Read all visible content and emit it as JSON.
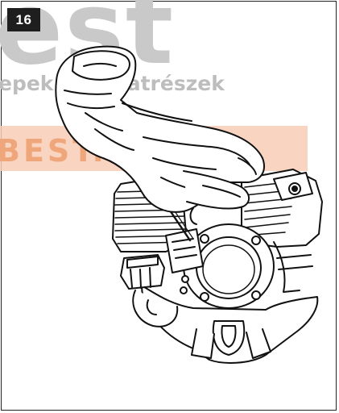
{
  "step": {
    "number": "16"
  },
  "watermark": {
    "big_text": "est",
    "sub_text": "epek és alkatrészek",
    "band_text": "BEST.HU",
    "band_color": "#f7cdb6",
    "text_color": "#c9c9c9"
  },
  "illustration": {
    "subject": "gloved-hand-using-screwdriver-on-engine"
  },
  "colors": {
    "badge_bg": "#1e1e1e",
    "line": "#111111"
  }
}
